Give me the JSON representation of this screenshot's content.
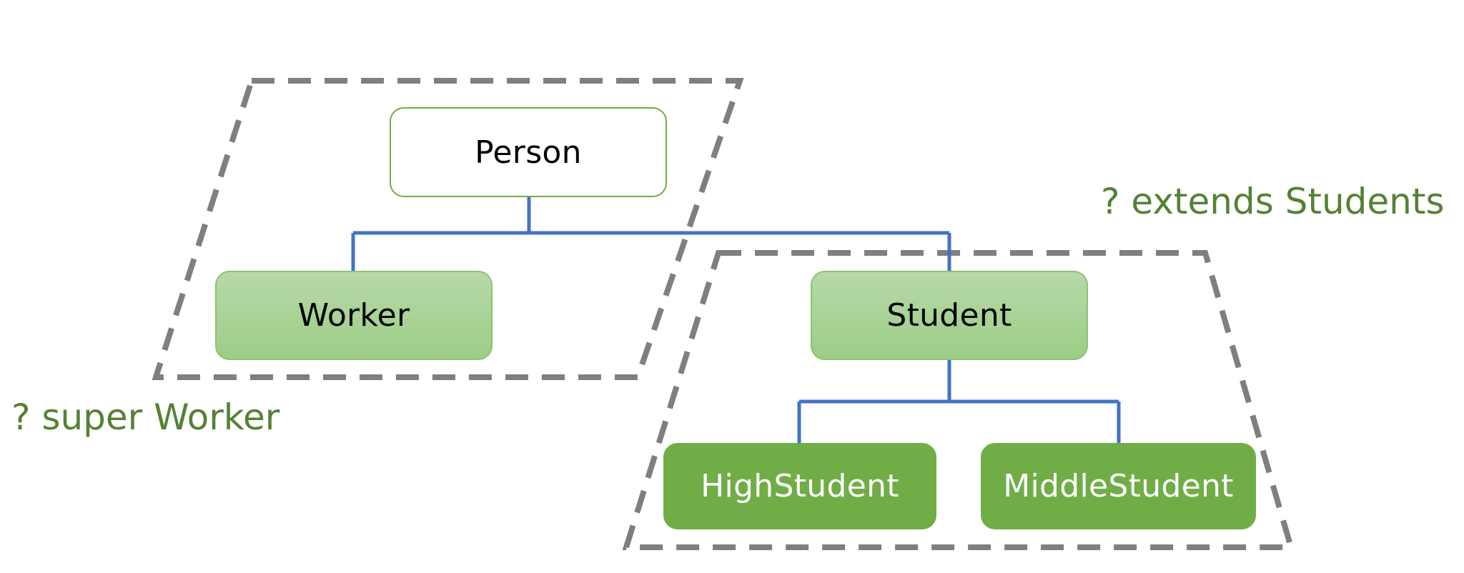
{
  "nodes": {
    "person": "Person",
    "worker": "Worker",
    "student": "Student",
    "high_student": "HighStudent",
    "middle_student": "MiddleStudent"
  },
  "labels": {
    "super_bound": "? super Worker",
    "extends_bound": "? extends Students"
  },
  "colors": {
    "connector": "#4472c4",
    "dashed_border": "#7f7f7f",
    "label_text": "#548235",
    "node_accent": "#70ad47"
  }
}
